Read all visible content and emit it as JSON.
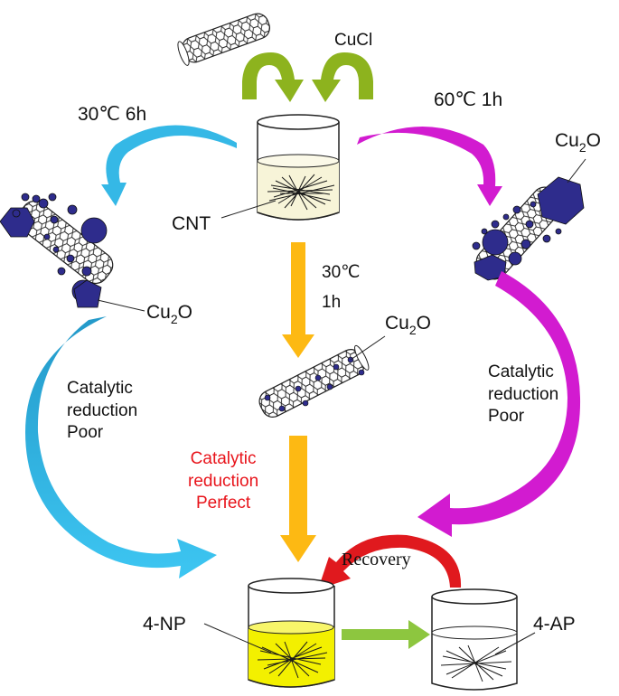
{
  "labels": {
    "cucl": "CuCl",
    "cnt": "CNT",
    "cond_left": "30℃ 6h",
    "cond_right": "60℃ 1h",
    "cond_center_temp": "30℃",
    "cond_center_time": "1h",
    "cu2o_base": "Cu",
    "cu2o_sub": "2",
    "cu2o_tail": "O",
    "left_result": "Catalytic\nreduction\n Poor",
    "right_result": "Catalytic\nreduction\n Poor",
    "center_result": "Catalytic\nreduction\nPerfect",
    "recovery": "Recovery",
    "np": "4-NP",
    "ap": "4-AP"
  },
  "colors": {
    "green_arrow": "#8DB31E",
    "cyan_arrow": "#35B8E6",
    "magenta_arrow": "#D21BD0",
    "orange_arrow": "#FDB913",
    "red_arrow": "#E0191E",
    "lime_arrow": "#8DC63F",
    "cu2o": "#2E2C8C",
    "perfect_text": "#E8141B",
    "np_solution": "#F3F000",
    "beaker_liquid": "#F7F4D8"
  }
}
